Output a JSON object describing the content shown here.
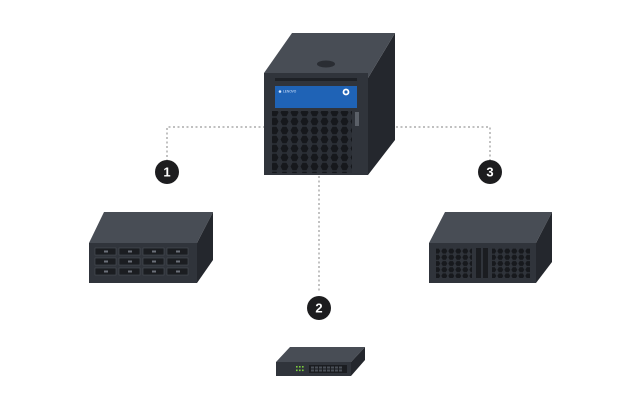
{
  "diagram": {
    "central_unit": {
      "panel": {
        "brand_text": "LENOVO",
        "model_text": "",
        "logo_icon": "badge-icon"
      }
    },
    "badges": [
      {
        "label": "1"
      },
      {
        "label": "2"
      },
      {
        "label": "3"
      }
    ],
    "nodes": [
      {
        "icon": "storage-enclosure-icon"
      },
      {
        "icon": "rack-switch-icon"
      },
      {
        "icon": "rack-server-icon"
      }
    ],
    "colors": {
      "device_front": "#2f333a",
      "device_top": "#484d55",
      "device_side": "#24272d",
      "connector_line": "#9a9a9a",
      "badge_fill": "#1d1d1f",
      "panel_blue": "#1f63b6",
      "led_green": "#7ccf3c"
    }
  }
}
